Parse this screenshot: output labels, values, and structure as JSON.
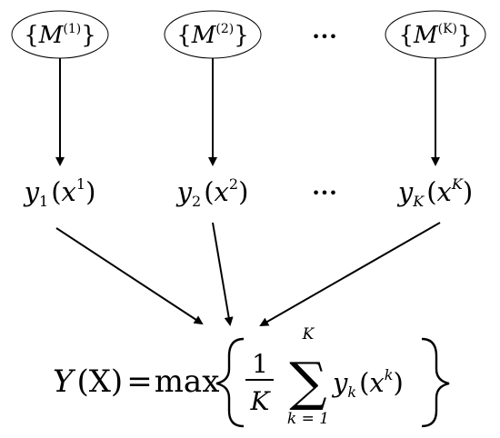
{
  "models": [
    {
      "open": "{",
      "base": "M",
      "sup": "(1)",
      "close": "}"
    },
    {
      "open": "{",
      "base": "M",
      "sup": "(2)",
      "close": "}"
    },
    {
      "open": "{",
      "base": "M",
      "sup": "(K)",
      "close": "}"
    }
  ],
  "ellipsis": "•••",
  "outputs": [
    {
      "y": "y",
      "ysub": "1",
      "lp": "(",
      "x": "x",
      "xsup": "1",
      "rp": ")"
    },
    {
      "y": "y",
      "ysub": "2",
      "lp": "(",
      "x": "x",
      "xsup": "2",
      "rp": ")"
    },
    {
      "y": "y",
      "ysub": "K",
      "lp": "(",
      "x": "x",
      "xsup": "K",
      "rp": ")"
    }
  ],
  "formula": {
    "lhs": "Y",
    "lhs_arg": "(X)",
    "equals": "=",
    "op": "max",
    "frac_num": "1",
    "frac_den": "K",
    "sum_symbol": "∑",
    "sum_upper": "K",
    "sum_lower": "k = 1",
    "term_y": "y",
    "term_ysub": "k",
    "term_lp": "(",
    "term_x": "x",
    "term_xsup": "k",
    "term_rp": ")"
  }
}
